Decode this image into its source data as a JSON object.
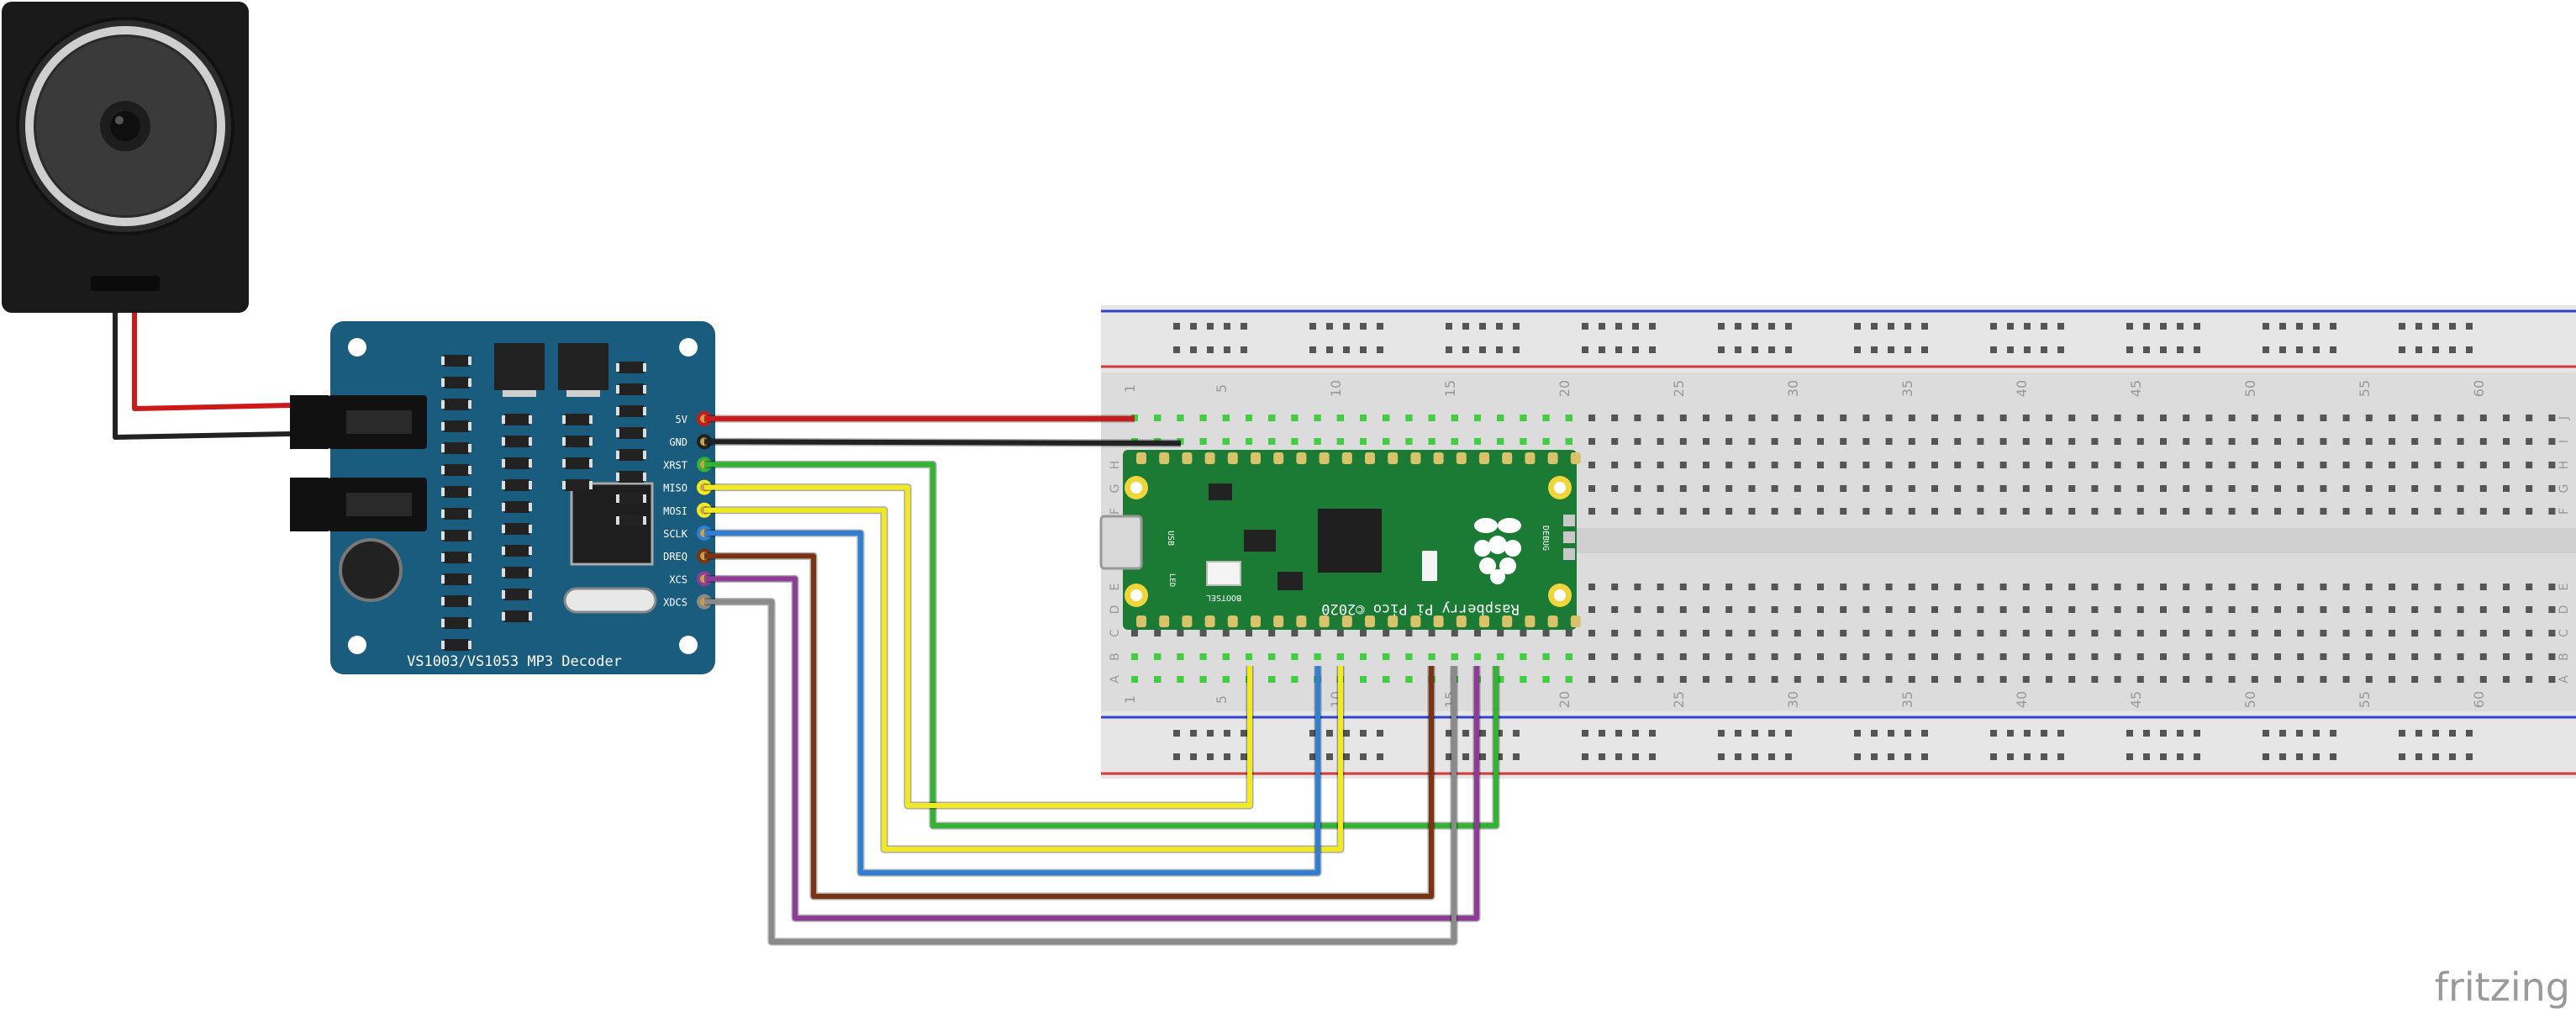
{
  "decoder": {
    "title": "VS1003/VS1053 MP3 Decoder",
    "pins": [
      "5V",
      "GND",
      "XRST",
      "MISO",
      "MOSI",
      "SCLK",
      "DREQ",
      "XCS",
      "XDCS"
    ]
  },
  "pico": {
    "name": "Raspberry Pi Pico ©2020",
    "bootsel": "BOOTSEL",
    "usb": "USB",
    "debug": "DEBUG",
    "led": "LED"
  },
  "breadboard": {
    "column_numbers": [
      "1",
      "5",
      "10",
      "15",
      "20",
      "25",
      "30",
      "35",
      "40",
      "45",
      "50",
      "55",
      "60"
    ],
    "row_letters_top": [
      "J",
      "I",
      "H",
      "G",
      "F"
    ],
    "row_letters_bottom": [
      "E",
      "D",
      "C",
      "B",
      "A"
    ]
  },
  "wire_colors": {
    "red": "#cc1a1a",
    "black": "#222222",
    "green": "#2fb52f",
    "yellow": "#f2ea1f",
    "blue": "#2f7fd6",
    "brown": "#7a3414",
    "purple": "#8e3c98",
    "gray": "#8a8a8a"
  },
  "watermark": "fritzing"
}
